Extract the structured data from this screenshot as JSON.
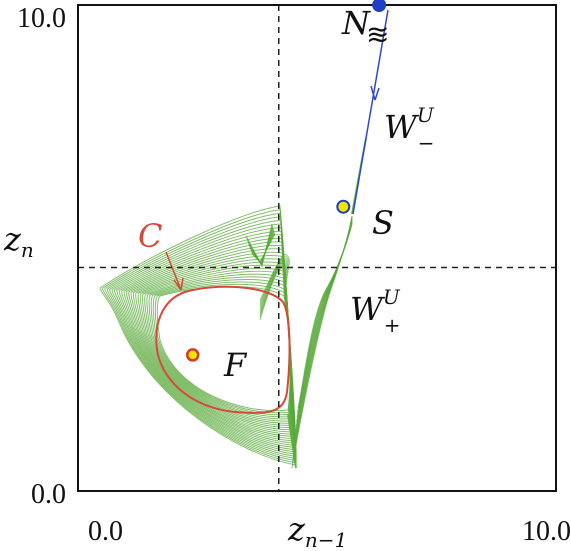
{
  "chart_data": {
    "type": "scatter",
    "xlabel_main": "z",
    "xlabel_sub": "n−1",
    "ylabel_main": "z",
    "ylabel_sub": "n",
    "xlim": [
      0,
      10
    ],
    "ylim": [
      0,
      10
    ],
    "x_ticks": [
      "0.0",
      "10.0"
    ],
    "y_ticks": [
      "0.0",
      "10.0"
    ],
    "grid": false,
    "reference_lines": {
      "x": 4.2,
      "y": 4.6
    },
    "colors": {
      "attractor": "#5aa83a",
      "cycle": "#d64a3a",
      "manifold": "#2f48c8",
      "point_N": "#1f3fc4",
      "point_fill": "#f2e300",
      "point_F_ring": "#d23a2a",
      "point_S_ring": "#1f3fc4",
      "dashed": "#222222"
    },
    "points": [
      {
        "label": "N",
        "x": 6.3,
        "y": 10.0
      },
      {
        "label": "S",
        "x": 5.55,
        "y": 5.85
      },
      {
        "label": "F",
        "x": 2.4,
        "y": 2.8
      }
    ],
    "curve_labels": {
      "C": "C",
      "W_minus_main": "W",
      "W_minus_sup": "U",
      "W_minus_sub": "−",
      "W_plus_main": "W",
      "W_plus_sup": "U",
      "W_plus_sub": "+",
      "N_mark": "≋"
    }
  }
}
